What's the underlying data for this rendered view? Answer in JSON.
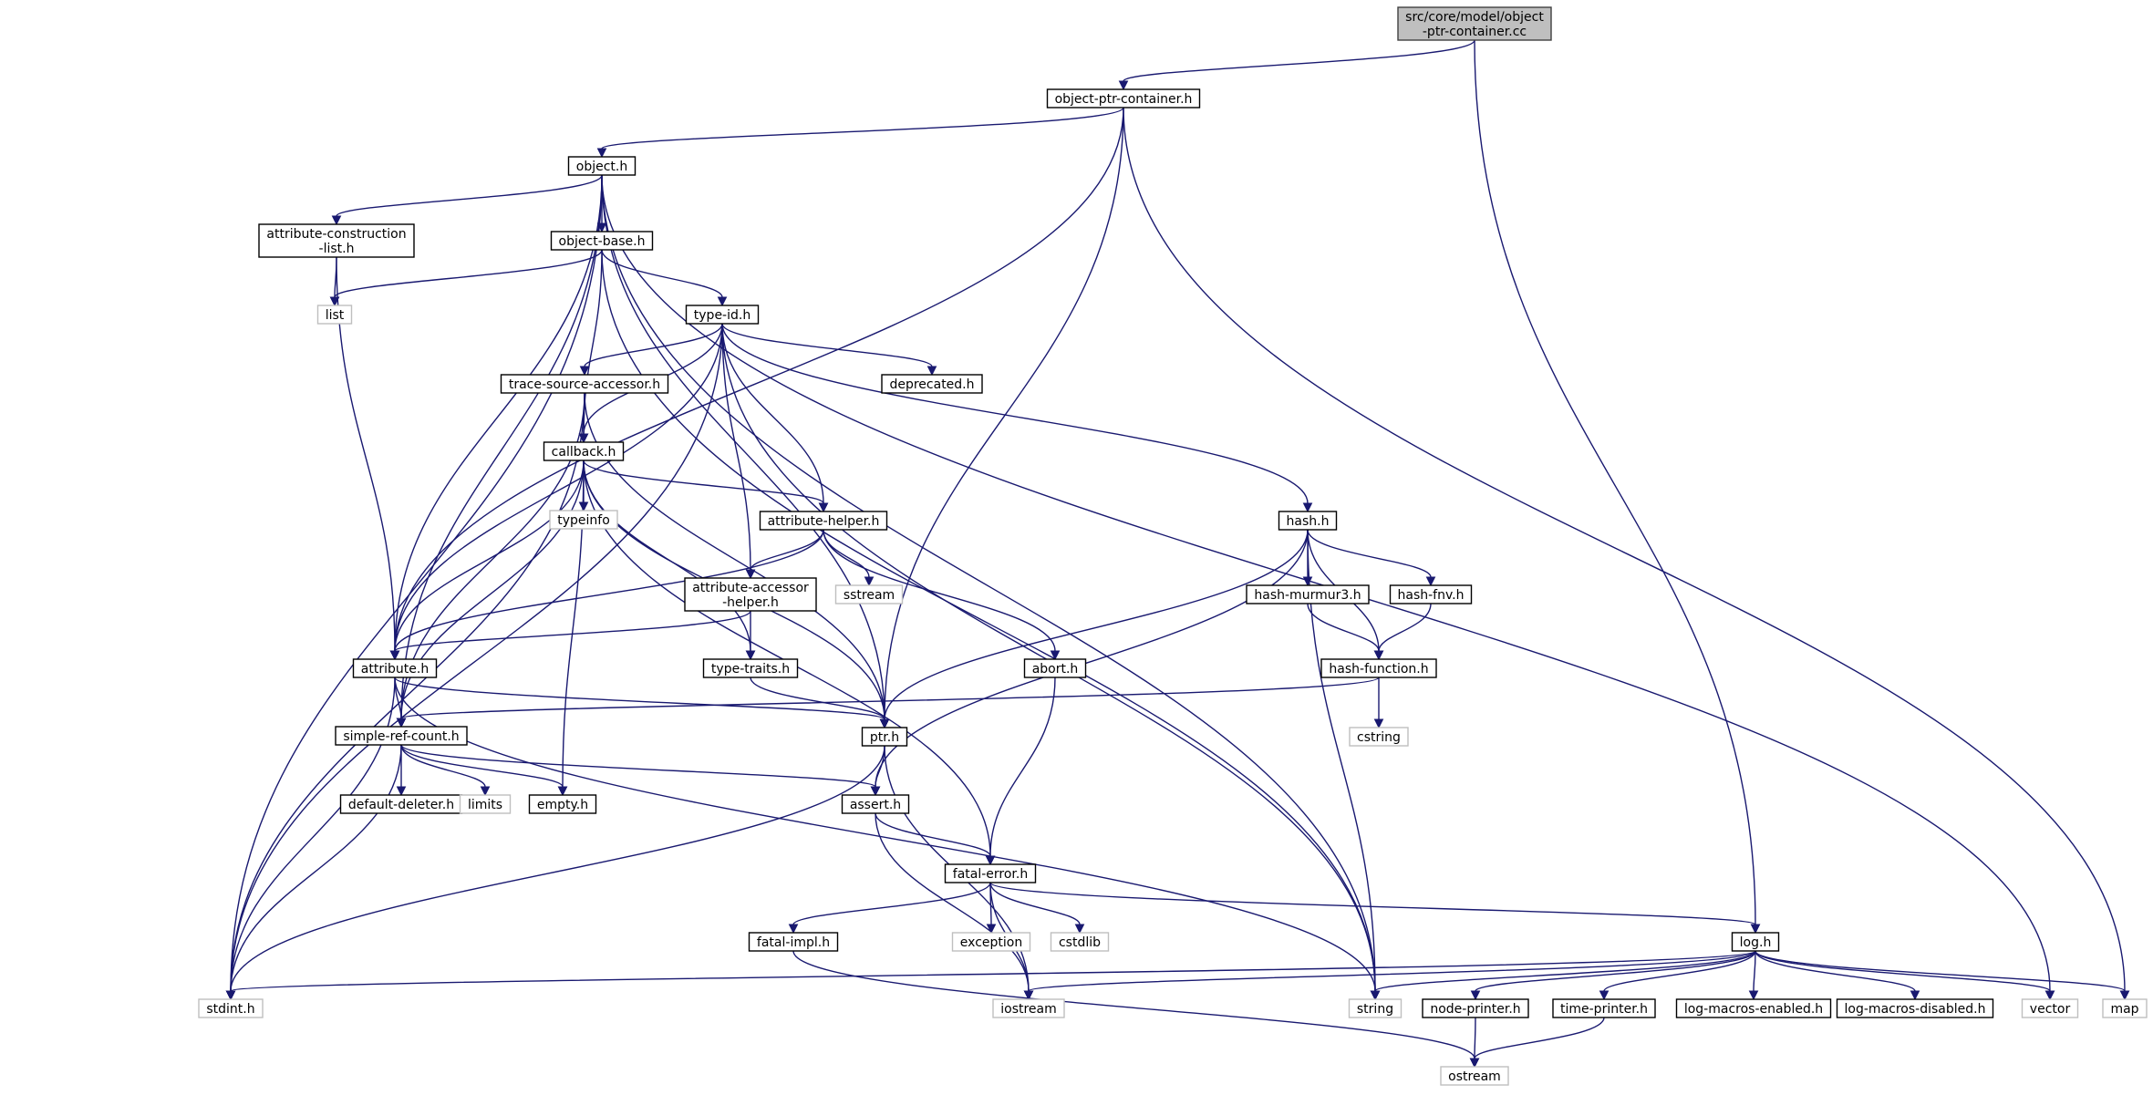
{
  "diagram": {
    "type": "include-dependency-graph",
    "colors": {
      "edge": "#191970",
      "root_fill": "#bfbfbf",
      "root_border": "#404040",
      "project_border": "#000000",
      "system_border": "#bfbfbf",
      "text": "#000000",
      "background": "#ffffff"
    },
    "nodes": [
      {
        "id": "root",
        "lines": [
          "src/core/model/object",
          "-ptr-container.cc"
        ],
        "kind": "root"
      },
      {
        "id": "optr",
        "lines": [
          "object-ptr-container.h"
        ],
        "kind": "project"
      },
      {
        "id": "objh",
        "lines": [
          "object.h"
        ],
        "kind": "project"
      },
      {
        "id": "acl",
        "lines": [
          "attribute-construction",
          "-list.h"
        ],
        "kind": "project"
      },
      {
        "id": "obase",
        "lines": [
          "object-base.h"
        ],
        "kind": "project"
      },
      {
        "id": "list",
        "lines": [
          "list"
        ],
        "kind": "system"
      },
      {
        "id": "typeid",
        "lines": [
          "type-id.h"
        ],
        "kind": "project"
      },
      {
        "id": "tsa",
        "lines": [
          "trace-source-accessor.h"
        ],
        "kind": "project"
      },
      {
        "id": "depr",
        "lines": [
          "deprecated.h"
        ],
        "kind": "project"
      },
      {
        "id": "callback",
        "lines": [
          "callback.h"
        ],
        "kind": "project"
      },
      {
        "id": "typeinfo",
        "lines": [
          "typeinfo"
        ],
        "kind": "system"
      },
      {
        "id": "ahelper",
        "lines": [
          "attribute-helper.h"
        ],
        "kind": "project"
      },
      {
        "id": "hash",
        "lines": [
          "hash.h"
        ],
        "kind": "project"
      },
      {
        "id": "sstream",
        "lines": [
          "sstream"
        ],
        "kind": "system"
      },
      {
        "id": "aah",
        "lines": [
          "attribute-accessor",
          "-helper.h"
        ],
        "kind": "project"
      },
      {
        "id": "hmurmur",
        "lines": [
          "hash-murmur3.h"
        ],
        "kind": "project"
      },
      {
        "id": "hfnv",
        "lines": [
          "hash-fnv.h"
        ],
        "kind": "project"
      },
      {
        "id": "attr",
        "lines": [
          "attribute.h"
        ],
        "kind": "project"
      },
      {
        "id": "ttraits",
        "lines": [
          "type-traits.h"
        ],
        "kind": "project"
      },
      {
        "id": "abort",
        "lines": [
          "abort.h"
        ],
        "kind": "project"
      },
      {
        "id": "hfunc",
        "lines": [
          "hash-function.h"
        ],
        "kind": "project"
      },
      {
        "id": "src",
        "lines": [
          "simple-ref-count.h"
        ],
        "kind": "project"
      },
      {
        "id": "ptr",
        "lines": [
          "ptr.h"
        ],
        "kind": "project"
      },
      {
        "id": "cstring",
        "lines": [
          "cstring"
        ],
        "kind": "system"
      },
      {
        "id": "dd",
        "lines": [
          "default-deleter.h"
        ],
        "kind": "project"
      },
      {
        "id": "limits",
        "lines": [
          "limits"
        ],
        "kind": "system"
      },
      {
        "id": "empty",
        "lines": [
          "empty.h"
        ],
        "kind": "project"
      },
      {
        "id": "assert",
        "lines": [
          "assert.h"
        ],
        "kind": "project"
      },
      {
        "id": "ferr",
        "lines": [
          "fatal-error.h"
        ],
        "kind": "project"
      },
      {
        "id": "fimpl",
        "lines": [
          "fatal-impl.h"
        ],
        "kind": "project"
      },
      {
        "id": "exception",
        "lines": [
          "exception"
        ],
        "kind": "system"
      },
      {
        "id": "cstdlib",
        "lines": [
          "cstdlib"
        ],
        "kind": "system"
      },
      {
        "id": "log",
        "lines": [
          "log.h"
        ],
        "kind": "project"
      },
      {
        "id": "stdint",
        "lines": [
          "stdint.h"
        ],
        "kind": "system"
      },
      {
        "id": "iostream",
        "lines": [
          "iostream"
        ],
        "kind": "system"
      },
      {
        "id": "string",
        "lines": [
          "string"
        ],
        "kind": "system"
      },
      {
        "id": "nprinter",
        "lines": [
          "node-printer.h"
        ],
        "kind": "project"
      },
      {
        "id": "tprinter",
        "lines": [
          "time-printer.h"
        ],
        "kind": "project"
      },
      {
        "id": "lme",
        "lines": [
          "log-macros-enabled.h"
        ],
        "kind": "project"
      },
      {
        "id": "lmd",
        "lines": [
          "log-macros-disabled.h"
        ],
        "kind": "project"
      },
      {
        "id": "vector",
        "lines": [
          "vector"
        ],
        "kind": "system"
      },
      {
        "id": "map",
        "lines": [
          "map"
        ],
        "kind": "system"
      },
      {
        "id": "ostream",
        "lines": [
          "ostream"
        ],
        "kind": "system"
      }
    ],
    "edges": [
      [
        "root",
        "optr"
      ],
      [
        "root",
        "log"
      ],
      [
        "optr",
        "objh"
      ],
      [
        "optr",
        "attr"
      ],
      [
        "optr",
        "ptr"
      ],
      [
        "optr",
        "map"
      ],
      [
        "objh",
        "acl"
      ],
      [
        "objh",
        "obase"
      ],
      [
        "objh",
        "attr"
      ],
      [
        "objh",
        "src"
      ],
      [
        "objh",
        "ptr"
      ],
      [
        "objh",
        "stdint"
      ],
      [
        "objh",
        "string"
      ],
      [
        "objh",
        "vector"
      ],
      [
        "acl",
        "list"
      ],
      [
        "acl",
        "attr"
      ],
      [
        "obase",
        "list"
      ],
      [
        "obase",
        "typeid"
      ],
      [
        "obase",
        "callback"
      ],
      [
        "obase",
        "string"
      ],
      [
        "typeid",
        "tsa"
      ],
      [
        "typeid",
        "depr"
      ],
      [
        "typeid",
        "callback"
      ],
      [
        "typeid",
        "ahelper"
      ],
      [
        "typeid",
        "aah"
      ],
      [
        "typeid",
        "hash"
      ],
      [
        "typeid",
        "attr"
      ],
      [
        "typeid",
        "stdint"
      ],
      [
        "typeid",
        "string"
      ],
      [
        "tsa",
        "callback"
      ],
      [
        "tsa",
        "src"
      ],
      [
        "tsa",
        "ptr"
      ],
      [
        "tsa",
        "stdint"
      ],
      [
        "callback",
        "typeinfo"
      ],
      [
        "callback",
        "ahelper"
      ],
      [
        "callback",
        "attr"
      ],
      [
        "callback",
        "src"
      ],
      [
        "callback",
        "ptr"
      ],
      [
        "callback",
        "ttraits"
      ],
      [
        "callback",
        "empty"
      ],
      [
        "callback",
        "ferr"
      ],
      [
        "ahelper",
        "sstream"
      ],
      [
        "ahelper",
        "aah"
      ],
      [
        "ahelper",
        "abort"
      ],
      [
        "ahelper",
        "attr"
      ],
      [
        "aah",
        "ttraits"
      ],
      [
        "aah",
        "attr"
      ],
      [
        "hash",
        "hmurmur"
      ],
      [
        "hash",
        "hfnv"
      ],
      [
        "hash",
        "hfunc"
      ],
      [
        "hash",
        "ptr"
      ],
      [
        "hash",
        "assert"
      ],
      [
        "hash",
        "string"
      ],
      [
        "hmurmur",
        "hfunc"
      ],
      [
        "hfnv",
        "hfunc"
      ],
      [
        "hfunc",
        "cstring"
      ],
      [
        "hfunc",
        "src"
      ],
      [
        "attr",
        "src"
      ],
      [
        "attr",
        "ptr"
      ],
      [
        "attr",
        "stdint"
      ],
      [
        "attr",
        "string"
      ],
      [
        "ttraits",
        "ptr"
      ],
      [
        "abort",
        "ferr"
      ],
      [
        "src",
        "dd"
      ],
      [
        "src",
        "limits"
      ],
      [
        "src",
        "empty"
      ],
      [
        "src",
        "assert"
      ],
      [
        "src",
        "stdint"
      ],
      [
        "ptr",
        "assert"
      ],
      [
        "ptr",
        "stdint"
      ],
      [
        "ptr",
        "iostream"
      ],
      [
        "assert",
        "ferr"
      ],
      [
        "assert",
        "iostream"
      ],
      [
        "ferr",
        "fimpl"
      ],
      [
        "ferr",
        "exception"
      ],
      [
        "ferr",
        "cstdlib"
      ],
      [
        "ferr",
        "log"
      ],
      [
        "ferr",
        "iostream"
      ],
      [
        "fimpl",
        "ostream"
      ],
      [
        "log",
        "stdint"
      ],
      [
        "log",
        "iostream"
      ],
      [
        "log",
        "string"
      ],
      [
        "log",
        "nprinter"
      ],
      [
        "log",
        "tprinter"
      ],
      [
        "log",
        "lme"
      ],
      [
        "log",
        "lmd"
      ],
      [
        "log",
        "vector"
      ],
      [
        "log",
        "map"
      ],
      [
        "nprinter",
        "ostream"
      ],
      [
        "tprinter",
        "ostream"
      ]
    ]
  }
}
